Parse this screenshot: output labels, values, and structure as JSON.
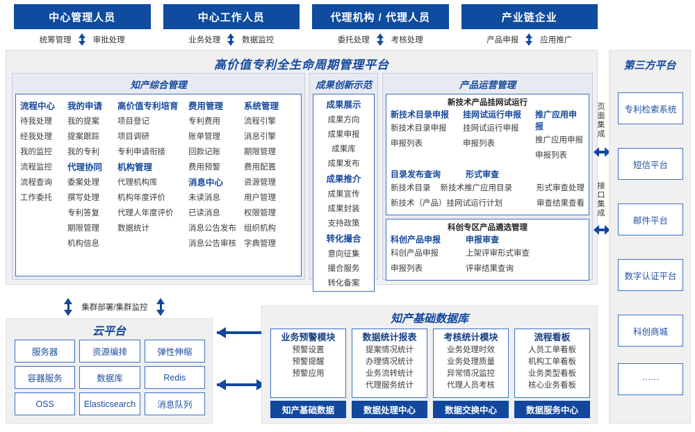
{
  "roles": [
    {
      "name": "中心管理人员",
      "links": [
        "统筹管理",
        "审批处理"
      ]
    },
    {
      "name": "中心工作人员",
      "links": [
        "业务处理",
        "数据监控"
      ]
    },
    {
      "name": "代理机构 / 代理人员",
      "links": [
        "委托处理",
        "考核处理"
      ]
    },
    {
      "name": "产业链企业",
      "links": [
        "产品申报",
        "应用推广"
      ]
    }
  ],
  "platform": {
    "title": "高价值专利全生命周期管理平台",
    "groups": {
      "zhichan": {
        "title": "知产综合管理",
        "columns": [
          {
            "blocks": [
              {
                "head": "流程中心",
                "items": [
                  "待我处理",
                  "经我处理",
                  "我的监控",
                  "流程监控",
                  "流程查询",
                  "工作委托"
                ]
              }
            ]
          },
          {
            "blocks": [
              {
                "head": "我的申请",
                "items": [
                  "我的提案",
                  "提案跟踪",
                  "我的专利"
                ]
              },
              {
                "head": "代理协同",
                "items": [
                  "委案处理",
                  "撰写处理",
                  "专利答复",
                  "期限管理",
                  "机构信息"
                ]
              }
            ]
          },
          {
            "blocks": [
              {
                "head": "高价值专利培育",
                "items": [
                  "项目登记",
                  "项目调研",
                  "专利申请衔接"
                ]
              },
              {
                "head": "机构管理",
                "items": [
                  "代理机构库",
                  "机构年度评价",
                  "代理人年度评价",
                  "数据统计"
                ]
              }
            ]
          },
          {
            "blocks": [
              {
                "head": "费用管理",
                "items": [
                  "专利费用",
                  "账单管理",
                  "回款记账",
                  "费用预警"
                ]
              },
              {
                "head": "消息中心",
                "items": [
                  "未读消息",
                  "已读消息",
                  "消息公告发布",
                  "消息公告审核"
                ]
              }
            ]
          },
          {
            "blocks": [
              {
                "head": "系统管理",
                "items": [
                  "流程引擎",
                  "消息引擎",
                  "期限管理",
                  "费用配置",
                  "资源管理",
                  "用户管理",
                  "权限管理",
                  "组织机构",
                  "字典管理"
                ]
              }
            ]
          }
        ]
      },
      "chengguo": {
        "title": "成果创新示范",
        "blocks": [
          {
            "head": "成果展示",
            "items": [
              "成果方向",
              "成果申报",
              "成果库",
              "成果发布"
            ]
          },
          {
            "head": "成果推介",
            "items": [
              "成果宣传",
              "成果封装",
              "支持政策"
            ]
          },
          {
            "head": "转化撮合",
            "items": [
              "意向征集",
              "撮合服务",
              "转化备案"
            ]
          }
        ]
      },
      "chanpin": {
        "title": "产品运营管理",
        "sub1": {
          "title": "新技术产品挂网试运行",
          "row1": [
            {
              "head": "新技术目录申报",
              "items": [
                "新技术目录申报",
                "申报列表"
              ]
            },
            {
              "head": "挂网试运行申报",
              "items": [
                "挂网试运行申报",
                "申报列表"
              ]
            },
            {
              "head": "推广应用申报",
              "items": [
                "推广应用申报",
                "申报列表"
              ]
            }
          ],
          "row2_left_head": "目录发布查询",
          "row2_left_items_a": [
            "新技术目录",
            "新技术推广应用目录"
          ],
          "row2_left_items_b": [
            "新技术（产品）挂网试运行计划"
          ],
          "row2_right_head": "形式审查",
          "row2_right_items": [
            "形式审查处理",
            "审查结果查看"
          ]
        },
        "sub2": {
          "title": "科创专区产品遴选管理",
          "cols": [
            {
              "head": "科创产品申报",
              "items": [
                "科创产品申报",
                "申报列表"
              ]
            },
            {
              "head": "申报审查",
              "items": [
                "上架评审形式审查",
                "评审结果查询"
              ]
            }
          ]
        }
      }
    }
  },
  "third_party": {
    "title": "第三方平台",
    "boxes": [
      "专利检索系统",
      "短信平台",
      "邮件平台",
      "数字认证平台",
      "科创商城",
      "······"
    ],
    "integration": [
      "页面集成",
      "接口集成"
    ]
  },
  "cluster": {
    "label": "集群部署/集群监控"
  },
  "cloud": {
    "title": "云平台",
    "rows": [
      [
        "服务器",
        "资源编排",
        "弹性伸缩"
      ],
      [
        "容器服务",
        "数据库",
        "Redis"
      ],
      [
        "OSS",
        "Elasticsearch",
        "消息队列"
      ]
    ]
  },
  "database": {
    "title": "知产基础数据库",
    "columns": [
      {
        "head": "业务预警模块",
        "items": [
          "预警设置",
          "预警提醒",
          "预警应用"
        ],
        "footer": "知产基础数据"
      },
      {
        "head": "数据统计报表",
        "items": [
          "提案情况统计",
          "办理情况统计",
          "业务流转统计",
          "代理服务统计"
        ],
        "footer": "数据处理中心"
      },
      {
        "head": "考核统计模块",
        "items": [
          "业务处理时效",
          "业务处理质量",
          "异常情况监控",
          "代理人员考核"
        ],
        "footer": "数据交换中心"
      },
      {
        "head": "流程看板",
        "items": [
          "人员工单看板",
          "机构工单看板",
          "业务类型看板",
          "核心业务看板"
        ],
        "footer": "数据服务中心"
      }
    ]
  },
  "colors": {
    "brand_blue": "#11489d",
    "accent_blue": "#16499c",
    "panel_bg": "#f0f0f0"
  }
}
